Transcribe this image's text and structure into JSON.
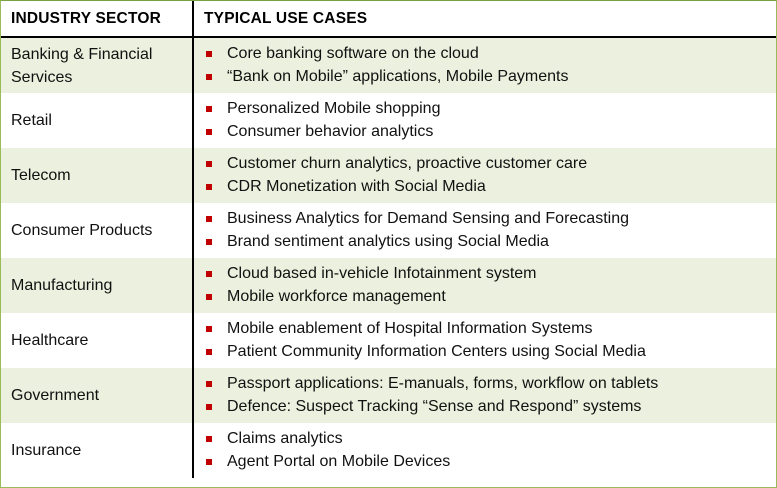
{
  "header": {
    "sector": "INDUSTRY SECTOR",
    "uses": "TYPICAL USE CASES"
  },
  "rows": [
    {
      "sector": "Banking & Financial Services",
      "uses": [
        "Core banking software on the cloud",
        "“Bank on Mobile” applications, Mobile Payments"
      ]
    },
    {
      "sector": "Retail",
      "uses": [
        "Personalized Mobile shopping",
        "Consumer behavior analytics"
      ]
    },
    {
      "sector": "Telecom",
      "uses": [
        "Customer churn analytics, proactive customer care",
        "CDR Monetization with Social Media"
      ]
    },
    {
      "sector": "Consumer Products",
      "uses": [
        "Business Analytics for Demand Sensing and Forecasting",
        "Brand sentiment analytics using Social Media"
      ]
    },
    {
      "sector": "Manufacturing",
      "uses": [
        "Cloud based in-vehicle Infotainment system",
        "Mobile workforce management"
      ]
    },
    {
      "sector": "Healthcare",
      "uses": [
        "Mobile enablement of Hospital Information Systems",
        "Patient Community Information Centers using Social Media"
      ]
    },
    {
      "sector": "Government",
      "uses": [
        "Passport applications: E-manuals, forms, workflow on tablets",
        "Defence: Suspect Tracking “Sense and Respond” systems"
      ]
    },
    {
      "sector": "Insurance",
      "uses": [
        "Claims analytics",
        "Agent Portal on Mobile Devices"
      ]
    }
  ],
  "colors": {
    "row_shade": "#ebf1de",
    "bullet": "#c00000",
    "border": "#9bbb59"
  }
}
